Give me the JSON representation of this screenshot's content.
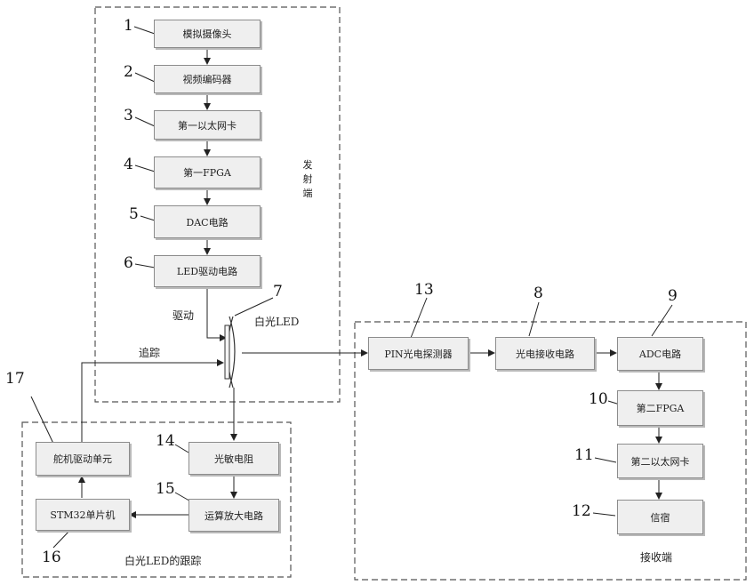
{
  "blocks": {
    "b1": "模拟摄像头",
    "b2": "视频编码器",
    "b3": "第一以太网卡",
    "b4": "第一FPGA",
    "b5": "DAC电路",
    "b6": "LED驱动电路",
    "b13": "PIN光电探测器",
    "b8": "光电接收电路",
    "b9": "ADC电路",
    "b10": "第二FPGA",
    "b11": "第二以太网卡",
    "b12": "信宿",
    "b14": "光敏电阻",
    "b15": "运算放大电路",
    "b16": "STM32单片机",
    "b17": "舵机驱动单元"
  },
  "numbers": {
    "n1": "1",
    "n2": "2",
    "n3": "3",
    "n4": "4",
    "n5": "5",
    "n6": "6",
    "n7": "7",
    "n8": "8",
    "n9": "9",
    "n10": "10",
    "n11": "11",
    "n12": "12",
    "n13": "13",
    "n14": "14",
    "n15": "15",
    "n16": "16",
    "n17": "17"
  },
  "labels": {
    "transmitter": "发射端",
    "drive": "驱动",
    "white_led": "白光LED",
    "tracking": "追踪",
    "receiver": "接收端",
    "led_tracking": "白光LED的跟踪"
  }
}
